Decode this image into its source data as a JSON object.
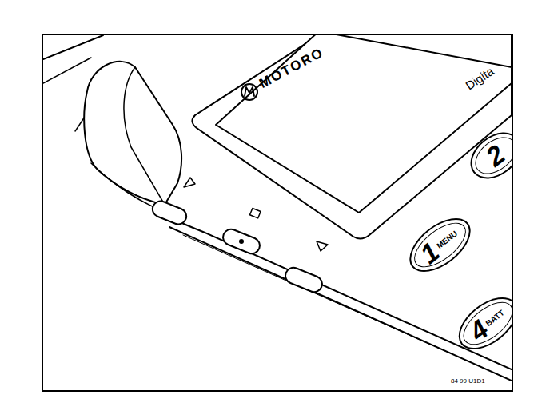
{
  "diagram": {
    "nodes": [
      {
        "text": [
          "1",
          "MENU"
        ]
      },
      {
        "text": [
          "2"
        ]
      },
      {
        "text": [
          "4",
          "BATT"
        ]
      }
    ],
    "labels": [
      "MOTORO",
      "Digita",
      "84 99 U1D1"
    ]
  }
}
